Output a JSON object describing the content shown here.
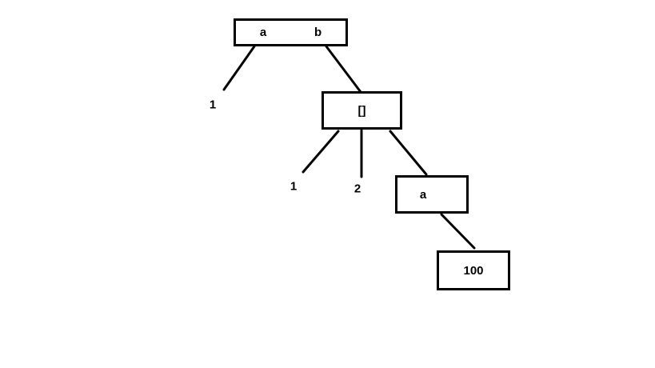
{
  "diagram": {
    "nodes": {
      "root": {
        "field_left": "a",
        "field_right": "b"
      },
      "list": {
        "label": "[]"
      },
      "a": {
        "label": "a"
      },
      "hundred": {
        "label": "100"
      }
    },
    "leaves": {
      "root_left": {
        "label": "1"
      },
      "list_left": {
        "label": "1"
      },
      "list_middle": {
        "label": "2"
      }
    },
    "colors": {
      "background": "#ffffff",
      "box_border": "#000000",
      "edge": "#000000",
      "text": "#000000"
    }
  }
}
